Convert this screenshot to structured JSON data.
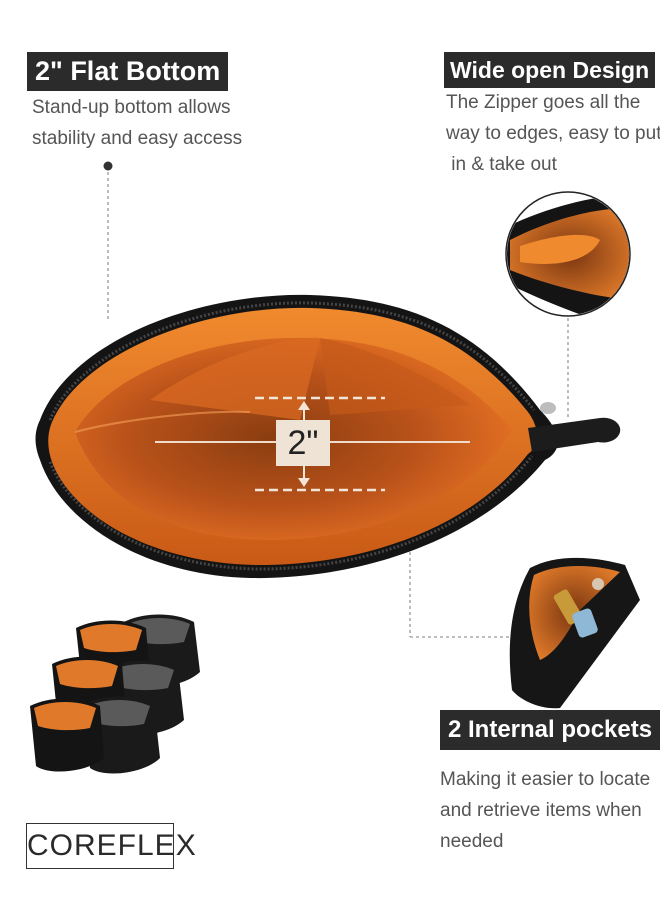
{
  "features": {
    "flat_bottom": {
      "title": "2\" Flat Bottom",
      "lines": [
        "Stand-up bottom allows",
        "stability and easy access"
      ]
    },
    "wide_open": {
      "title": "Wide open Design",
      "lines": [
        "The Zipper goes all the",
        "way to edges, easy to put",
        " in & take out"
      ]
    },
    "internal_pockets": {
      "title": "2 Internal pockets",
      "lines": [
        "Making it easier to locate",
        "and retrieve items when",
        "needed"
      ]
    }
  },
  "measurement": {
    "label": "2\""
  },
  "brand": {
    "logo_text": "COREFLEX"
  },
  "colors": {
    "label_bg": "#2b2b2b",
    "lining_orange": "#d9661c",
    "bag_black": "#141414"
  }
}
